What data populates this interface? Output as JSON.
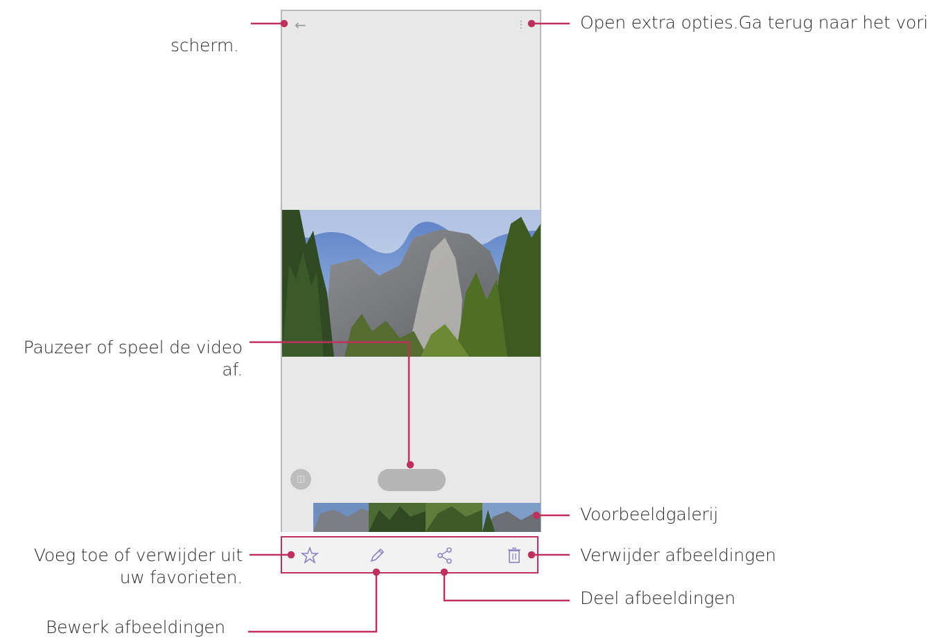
{
  "callouts": {
    "back": "scherm.",
    "more": "Open extra opties.Ga terug naar het vorige",
    "play_line1": "Pauzeer of speel de video",
    "play_line2": "af.",
    "preview": "Voorbeeldgalerij",
    "favorite_line1": "Voeg toe of verwijder uit",
    "favorite_line2": "uw favorieten.",
    "delete": "Verwijder afbeeldingen",
    "share": "Deel afbeeldingen",
    "edit": "Bewerk afbeeldingen"
  },
  "icons": {
    "back": "arrow-left-icon",
    "more": "more-vertical-icon",
    "mute": "mute-icon",
    "favorite": "star-icon",
    "edit": "pencil-icon",
    "share": "share-icon",
    "delete": "trash-icon"
  },
  "colors": {
    "accent": "#c0305c",
    "screen_bg": "#e8e8e8",
    "icon_purple": "#8a7fc0"
  }
}
